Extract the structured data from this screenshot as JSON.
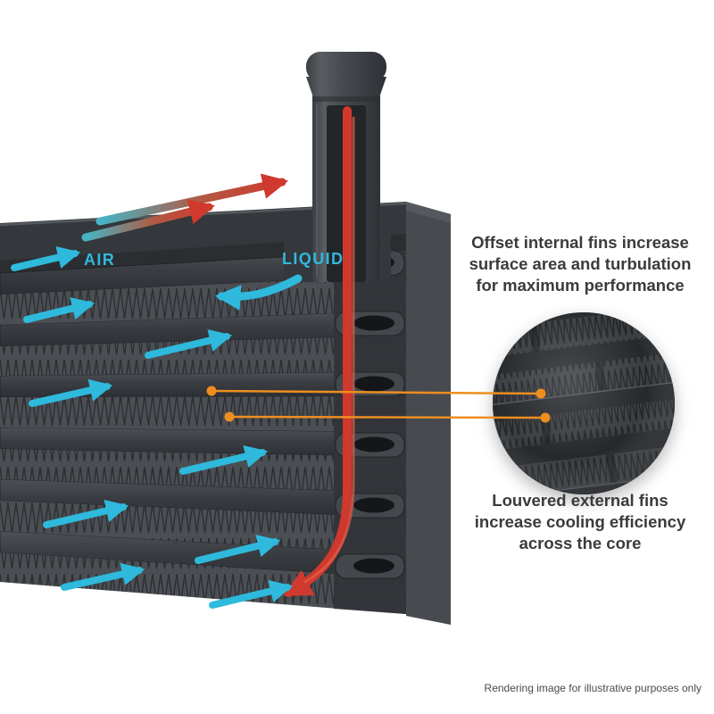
{
  "diagram": {
    "labels": {
      "air": "AIR",
      "liquid": "LIQUID"
    },
    "callout_top": {
      "line1": "Offset internal fins increase",
      "line2": "surface area and turbulation",
      "line3": "for maximum performance"
    },
    "callout_bottom": {
      "line1": "Louvered external fins",
      "line2": "increase cooling efficiency",
      "line3": "across the core"
    },
    "footer": "Rendering image for illustrative purposes only",
    "colors": {
      "air_arrow": "#2fb9dc",
      "hot_arrow": "#d0392d",
      "callout_line": "#ee8e21",
      "core_dark": "#35383c",
      "fin_gray": "#4b4f54",
      "text": "#3b3b3d"
    }
  }
}
